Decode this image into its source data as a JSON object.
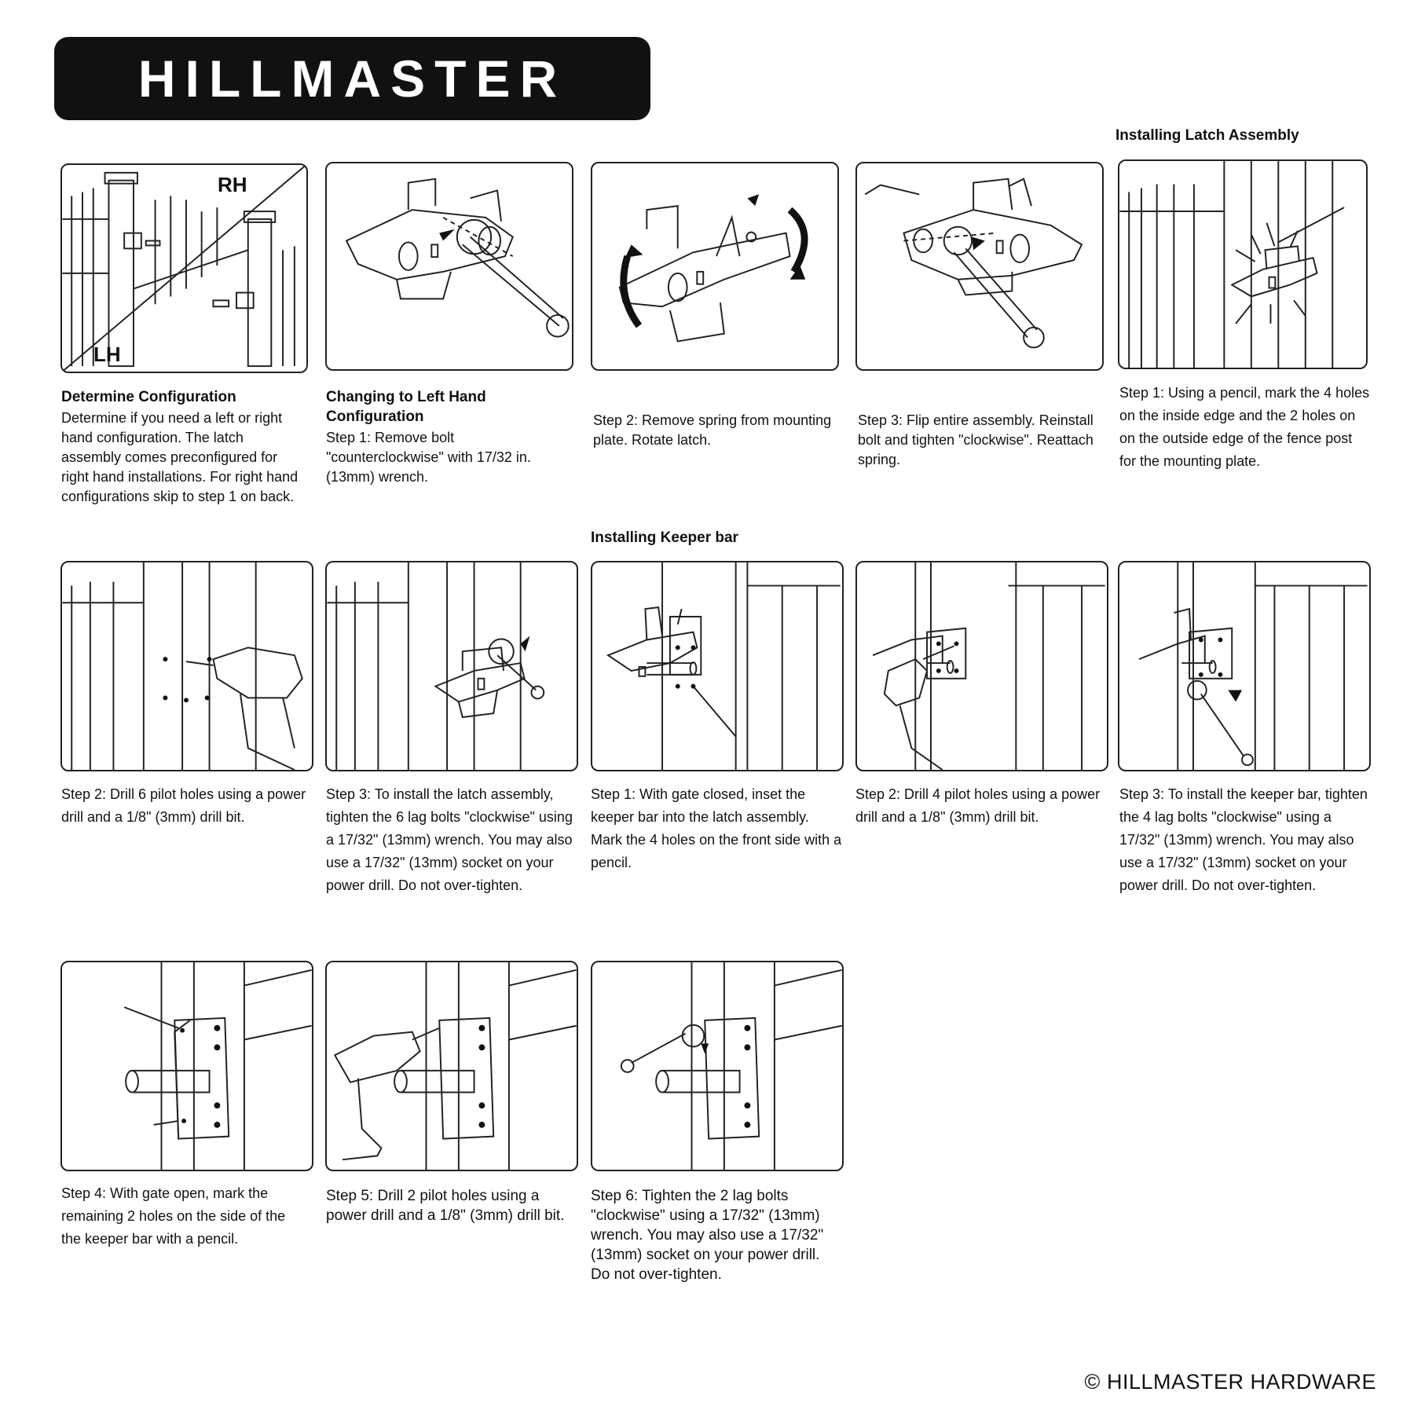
{
  "brand": {
    "logo_text": "HILLMASTER",
    "copyright": "© HILLMASTER HARDWARE"
  },
  "sections": {
    "latch_assembly": "Installing Latch Assembly",
    "keeper_bar": "Installing Keeper bar"
  },
  "config": {
    "panel_labels": {
      "rh": "RH",
      "lh": "LH"
    },
    "heading": "Determine Configuration",
    "text": "Determine if you need a left or right hand configuration. The latch assembly comes preconfigured for right hand installations. For right hand configurations skip to step 1 on back."
  },
  "left_hand": {
    "heading": "Changing to Left Hand Configuration",
    "steps": [
      "Step 1: Remove bolt \"counterclockwise\" with 17/32 in. (13mm) wrench.",
      "Step 2: Remove spring from mounting plate. Rotate latch.",
      "Step 3: Flip entire assembly. Reinstall bolt and tighten \"clockwise\". Reattach spring."
    ]
  },
  "latch_steps": [
    "Step 1: Using a pencil, mark the 4 holes on the inside edge and the 2 holes on on the outside edge of the fence post for the mounting plate.",
    "Step 2: Drill 6 pilot holes using a power drill and a 1/8\" (3mm) drill bit.",
    "Step 3: To install the latch assembly, tighten the 6 lag bolts \"clockwise\" using a 17/32\" (13mm) wrench.  You may also use a 17/32\" (13mm) socket on your power drill. Do not over-tighten."
  ],
  "keeper_steps": [
    "Step 1: With gate closed, inset the keeper bar into the latch assembly. Mark the 4 holes on the front side with a pencil.",
    "Step 2: Drill 4 pilot holes using a power drill and a 1/8\" (3mm) drill bit.",
    "Step 3: To install the keeper bar, tighten the 4 lag bolts \"clockwise\" using a 17/32\" (13mm) wrench. You may also use a 17/32\" (13mm) socket on your power drill. Do not over-tighten.",
    "Step 4: With gate open, mark the remaining 2 holes on the side of the the keeper bar with a pencil.",
    "Step 5: Drill 2 pilot holes using a power drill and a 1/8\" (3mm) drill bit.",
    "Step 6: Tighten the 2 lag bolts \"clockwise\" using a 17/32\" (13mm) wrench. You may also use a 17/32\" (13mm) socket on your power drill. Do not over-tighten."
  ]
}
